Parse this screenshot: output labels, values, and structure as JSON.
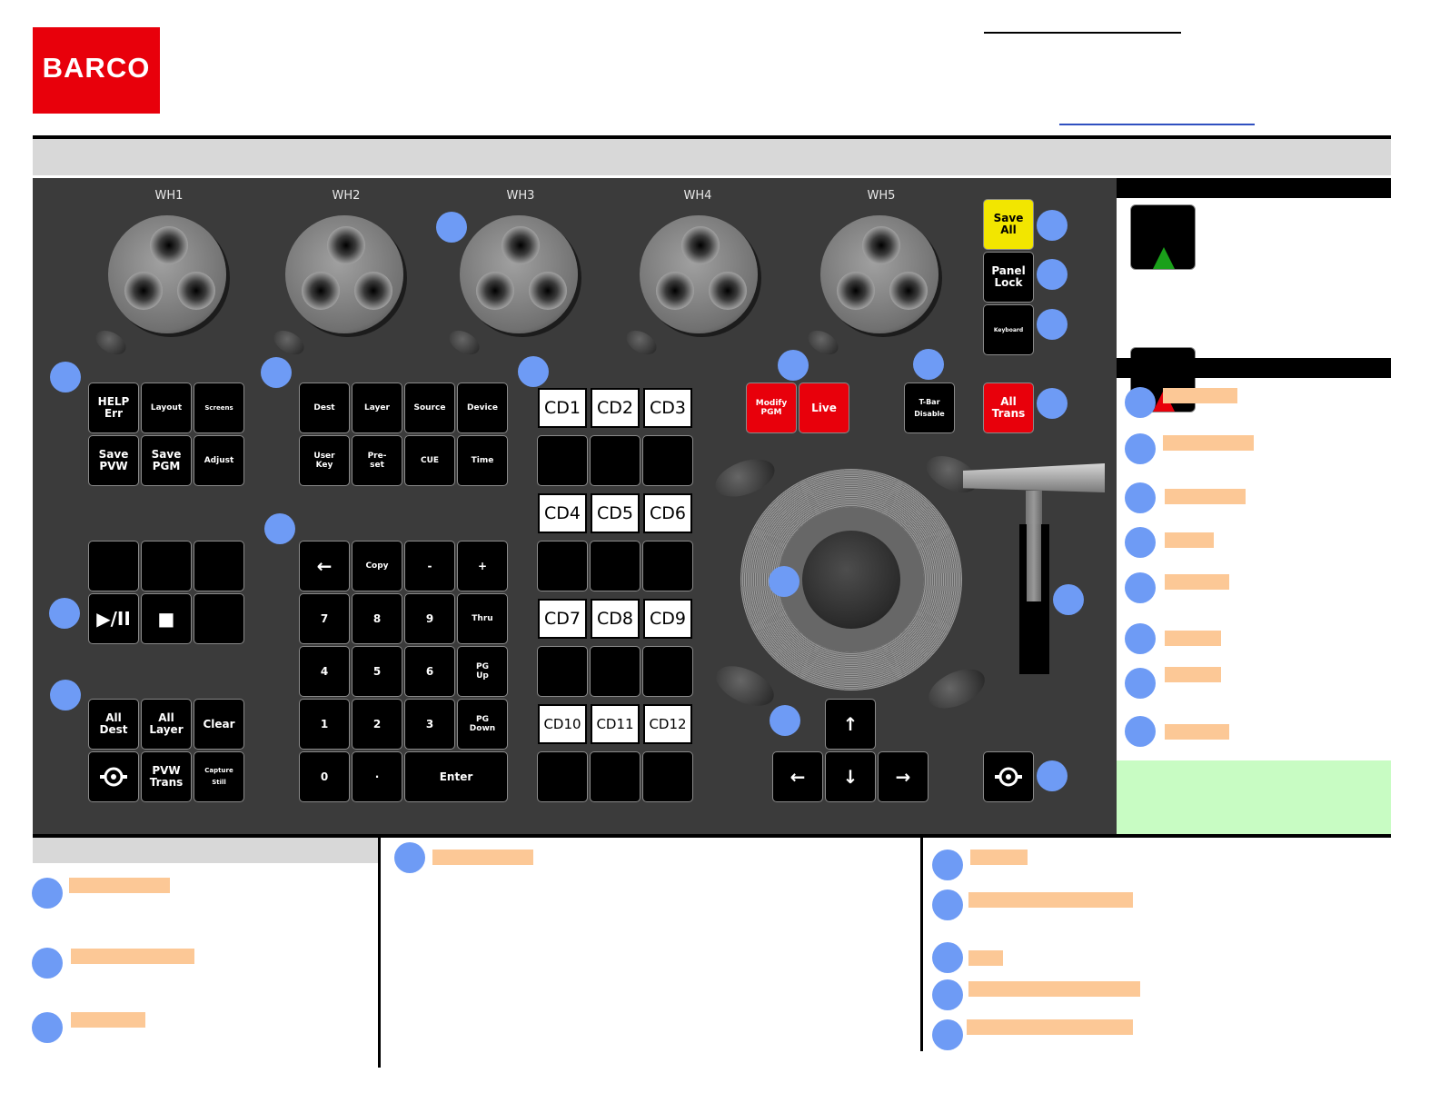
{
  "brand": {
    "logo_text": "BARCO"
  },
  "wheels": [
    "WH1",
    "WH2",
    "WH3",
    "WH4",
    "WH5"
  ],
  "keys": {
    "help_err": "HELP\nErr",
    "layout": "Layout",
    "screens": "Screens",
    "save_pvw": "Save\nPVW",
    "save_pgm": "Save\nPGM",
    "adjust": "Adjust",
    "dest": "Dest",
    "layer": "Layer",
    "source": "Source",
    "device": "Device",
    "user_key": "User\nKey",
    "preset": "Pre-\nset",
    "cue": "CUE",
    "time": "Time",
    "play_pause": "▶/II",
    "stop": "■",
    "all_dest": "All\nDest",
    "all_layer": "All\nLayer",
    "clear": "Clear",
    "pvw_trans": "PVW\nTrans",
    "capture_still": "Capture\nStill",
    "back": "←",
    "copy": "Copy",
    "minus": "-",
    "plus": "+",
    "k7": "7",
    "k8": "8",
    "k9": "9",
    "thru": "Thru",
    "k4": "4",
    "k5": "5",
    "k6": "6",
    "pg_up": "PG\nUp",
    "k1": "1",
    "k2": "2",
    "k3": "3",
    "pg_down": "PG\nDown",
    "k0": "0",
    "dot": "·",
    "enter": "Enter",
    "save_all": "Save\nAll",
    "panel_lock": "Panel\nLock",
    "keyboard": "Keyboard",
    "modify_pgm": "Modify\nPGM",
    "live": "Live",
    "tbar_disable": "T-Bar\nDisable",
    "all_trans": "All\nTrans",
    "arrow_up": "↑",
    "arrow_left": "←",
    "arrow_down": "↓",
    "arrow_right": "→"
  },
  "cd_keys": [
    "CD1",
    "CD2",
    "CD3",
    "CD4",
    "CD5",
    "CD6",
    "CD7",
    "CD8",
    "CD9",
    "CD10",
    "CD11",
    "CD12"
  ],
  "colors": {
    "brand_red": "#e8000b",
    "callout_blue": "#6e9bf5",
    "redacted_peach": "#fcc896",
    "note_green": "#c8fcc3",
    "panel_grey": "#3b3b3b"
  },
  "icons": [
    "play-pause-icon",
    "stop-icon",
    "target-icon",
    "arrow-left-icon",
    "arrow-up-icon",
    "arrow-down-icon",
    "arrow-right-icon"
  ]
}
